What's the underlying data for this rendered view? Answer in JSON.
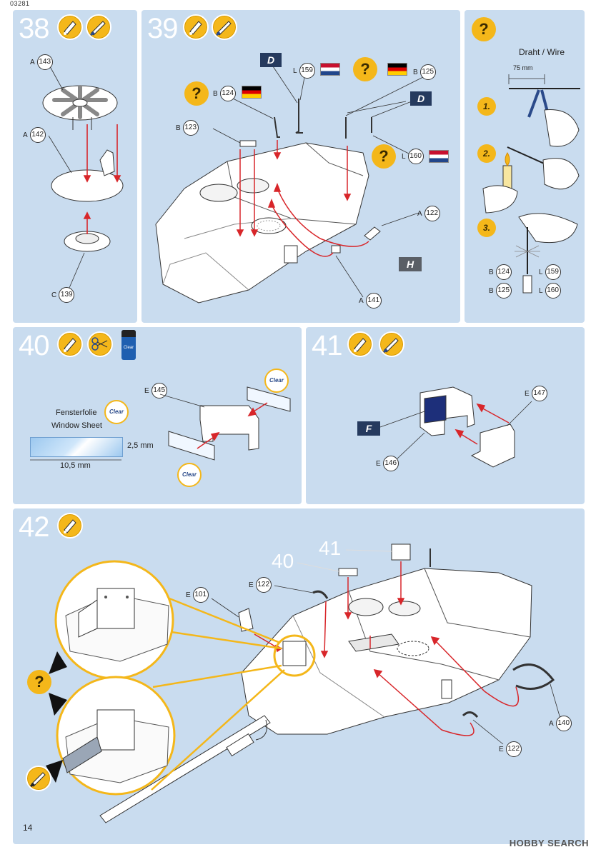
{
  "header": {
    "code": "03281"
  },
  "steps": {
    "s38": {
      "num": "38",
      "parts": {
        "a143": "A",
        "n143": "143",
        "a142": "A",
        "n142": "142",
        "c139": "C",
        "n139": "139"
      }
    },
    "s39": {
      "num": "39",
      "parts": {
        "l159": "L",
        "n159": "159",
        "b125": "B",
        "n125": "125",
        "b124": "B",
        "n124": "124",
        "b123": "B",
        "n123": "123",
        "l160": "L",
        "n160": "160",
        "a122": "A",
        "n122": "122",
        "a141": "A",
        "n141": "141"
      },
      "tags": {
        "d1": "D",
        "d2": "D",
        "h": "H"
      }
    },
    "tip": {
      "title": "Draht / Wire",
      "length": "75 mm",
      "s1": "1.",
      "s2": "2.",
      "s3": "3.",
      "parts": {
        "b124": "B",
        "n124": "124",
        "l159": "L",
        "n159": "159",
        "b125": "B",
        "n125": "125",
        "l160": "L",
        "n160": "160"
      }
    },
    "s40": {
      "num": "40",
      "e145": "E",
      "n145": "145",
      "sheet_de": "Fensterfolie",
      "sheet_en": "Window Sheet",
      "dim_h": "2,5 mm",
      "dim_w": "10,5 mm",
      "clear": "Clear",
      "jar_label": "Clear"
    },
    "s41": {
      "num": "41",
      "e147": "E",
      "n147": "147",
      "e146": "E",
      "n146": "146",
      "tag_f": "F"
    },
    "s42": {
      "num": "42",
      "ref41": "41",
      "ref40": "40",
      "parts": {
        "e122a": "E",
        "n122a": "122",
        "e101": "E",
        "n101": "101",
        "a140": "A",
        "n140": "140",
        "e122b": "E",
        "n122b": "122"
      }
    }
  },
  "footer": {
    "page": "14",
    "watermark": "HOBBY SEARCH"
  },
  "colors": {
    "panel": "#c9dcef",
    "accent": "#f4b71a",
    "arrow": "#d8262a",
    "tag": "#253a5e"
  }
}
